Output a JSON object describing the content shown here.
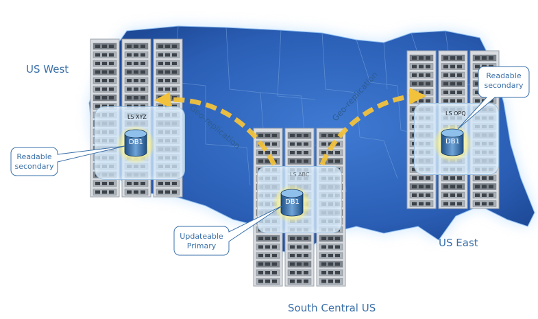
{
  "regions": {
    "west": "US West",
    "south": "South Central US",
    "east": "US East"
  },
  "ls_labels": {
    "west": "LS XYZ",
    "south": "LS ABC",
    "east": "LS OPQ"
  },
  "db_label": "DB1",
  "geo_replication": "Geo-replication",
  "callouts": {
    "west_line1": "Readable",
    "west_line2": "secondary",
    "east_line1": "Readable",
    "east_line2": "secondary",
    "south_line1": "Updateable",
    "south_line2": "Primary"
  },
  "colors": {
    "map_blue": "#2e62b8",
    "label_blue": "#3a6fa8",
    "arrow_gold": "#f2c23c"
  }
}
